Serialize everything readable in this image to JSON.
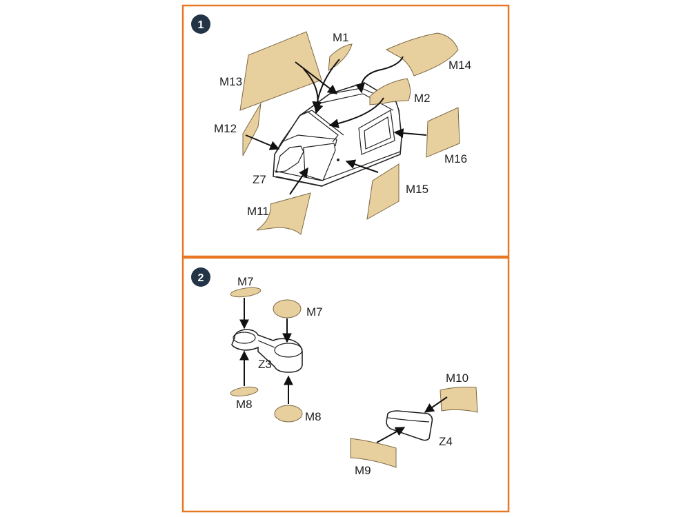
{
  "steps": [
    {
      "number": "1",
      "labels": {
        "m1": "M1",
        "m2": "M2",
        "m11": "M11",
        "m12": "M12",
        "m13": "M13",
        "m14": "M14",
        "m15": "M15",
        "m16": "M16",
        "z7": "Z7"
      }
    },
    {
      "number": "2",
      "labels": {
        "m7_left": "M7",
        "m7_right": "M7",
        "m8_left": "M8",
        "m8_right": "M8",
        "m9": "M9",
        "m10": "M10",
        "z3": "Z3",
        "z4": "Z4"
      }
    }
  ],
  "colors": {
    "frame": "#e87722",
    "badge": "#243447",
    "mask_fill": "#e8cf9e",
    "mask_stroke": "#7c6843"
  }
}
